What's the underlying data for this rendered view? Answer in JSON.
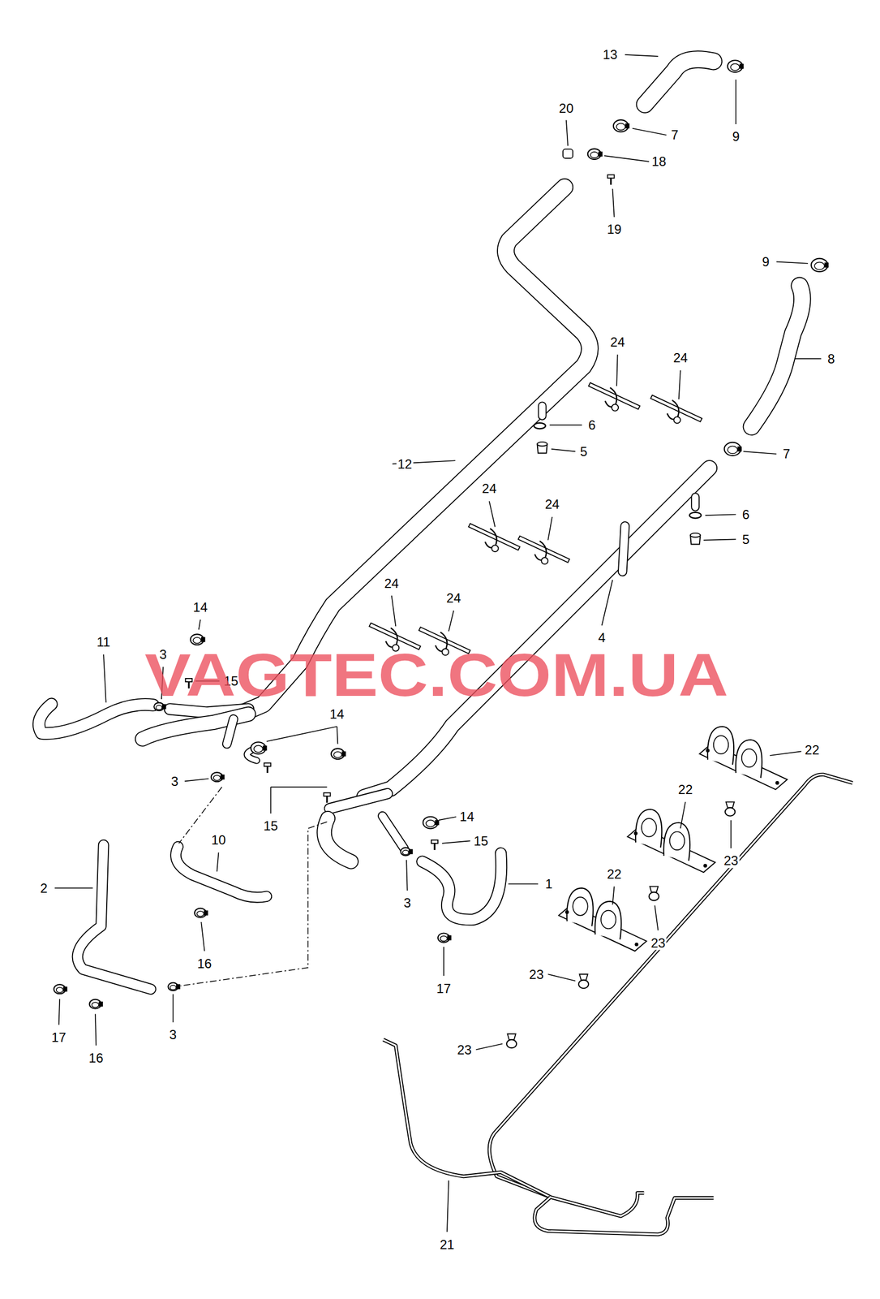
{
  "diagram": {
    "labels": [
      "13",
      "9",
      "20",
      "7",
      "18",
      "19",
      "9",
      "8",
      "24",
      "24",
      "6",
      "5",
      "7",
      "12",
      "24",
      "24",
      "6",
      "5",
      "24",
      "24",
      "4",
      "14",
      "11",
      "3",
      "15",
      "14",
      "3",
      "15",
      "14",
      "15",
      "10",
      "22",
      "22",
      "22",
      "23",
      "2",
      "1",
      "3",
      "23",
      "16",
      "17",
      "23",
      "17",
      "16",
      "3",
      "23",
      "21",
      "VAGTEC.COM.UA"
    ]
  }
}
